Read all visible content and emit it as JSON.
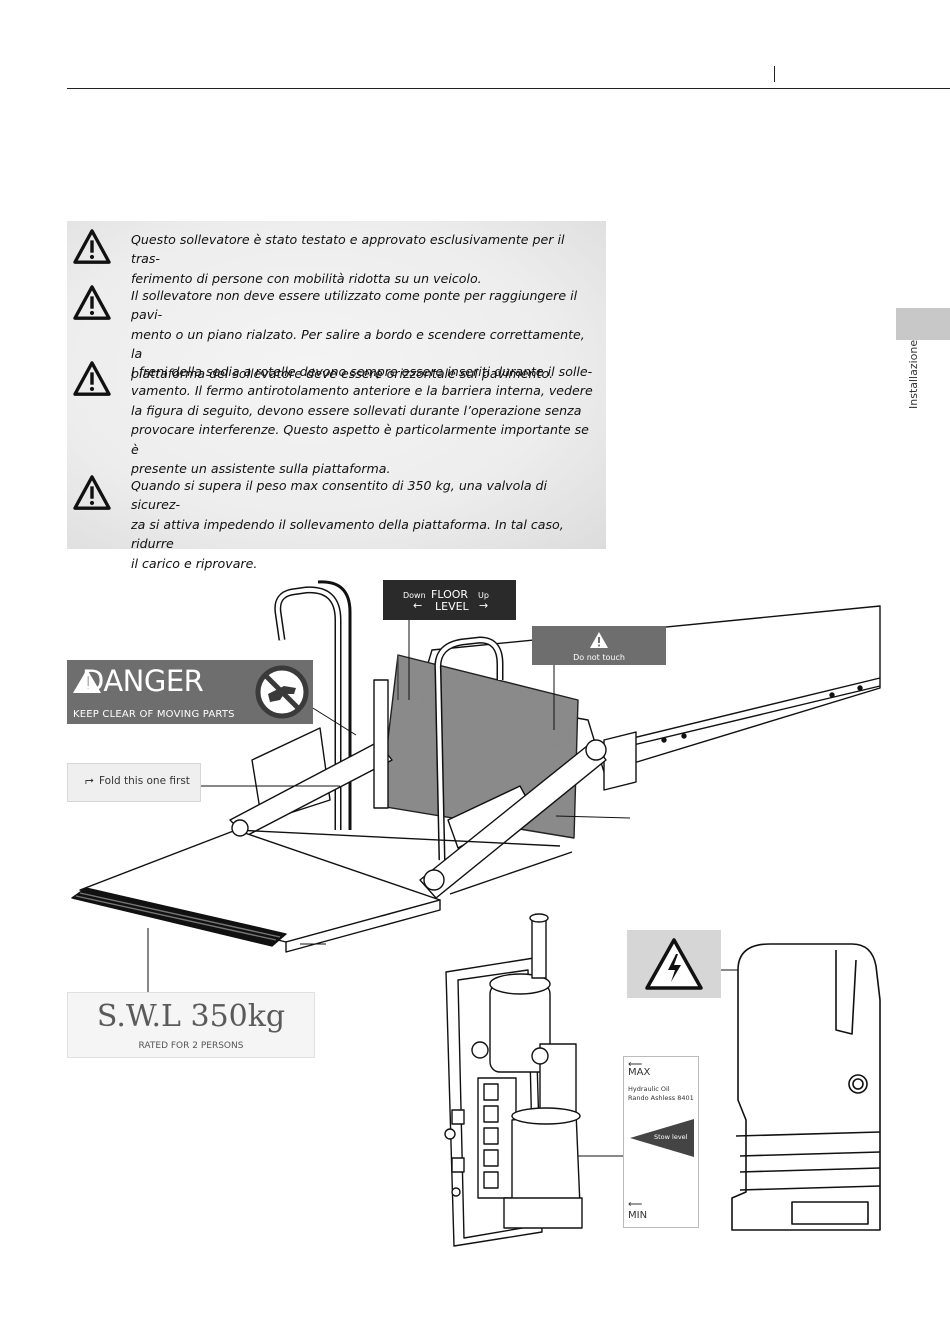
{
  "side_tab": {
    "label": "Installazione"
  },
  "warnings": [
    {
      "lines": [
        "Questo sollevatore è stato testato e approvato esclusivamente per il tras-",
        "ferimento di persone con mobilità ridotta su un veicolo."
      ]
    },
    {
      "lines": [
        "Il sollevatore non deve essere utilizzato come ponte per raggiungere il pavi-",
        "mento o un piano rialzato. Per salire a bordo e scendere correttamente, la",
        "piattaforma del sollevatore deve essere orizzontale sul pavimento."
      ]
    },
    {
      "lines": [
        "I freni della sedia a rotelle devono sempre essere inseriti durante il solle-",
        "vamento. Il fermo antirotolamento anteriore e la barriera interna, vedere",
        "la figura di seguito, devono essere sollevati durante l’operazione senza",
        "provocare interferenze. Questo aspetto è particolarmente importante se è",
        "presente un assistente sulla piattaforma."
      ]
    },
    {
      "lines": [
        "Quando si supera il peso max consentito di 350 kg, una valvola di sicurez-",
        "za si attiva impedendo il sollevamento della piattaforma. In tal caso, ridurre",
        "il carico e riprovare."
      ]
    }
  ],
  "labels": {
    "danger": {
      "title": "DANGER",
      "subtitle": "KEEP CLEAR OF MOVING PARTS"
    },
    "floor_level": {
      "down": "Down",
      "up": "Up",
      "line1": "FLOOR",
      "line2": "LEVEL",
      "left_arrow": "←",
      "right_arrow": "→"
    },
    "do_not_touch": {
      "text": "Do not touch"
    },
    "fold": {
      "text": "Fold this one first"
    },
    "swl": {
      "title": "S.W.L 350kg",
      "subtitle": "RATED FOR 2 PERSONS"
    },
    "oil": {
      "max": "MAX",
      "line1": "Hydraulic Oil",
      "line2": "Rando Ashless 8401",
      "stow": "Stow level",
      "min": "MIN"
    }
  },
  "icons": {
    "warning": "warning-triangle-icon",
    "shock": "electric-shock-icon",
    "no_hands": "no-hands-icon"
  },
  "colors": {
    "warning_box": "#ededed",
    "label_dark": "#6e6e6e",
    "floor_label": "#2a2a2a",
    "platform_panel": "#8a8a8a"
  }
}
